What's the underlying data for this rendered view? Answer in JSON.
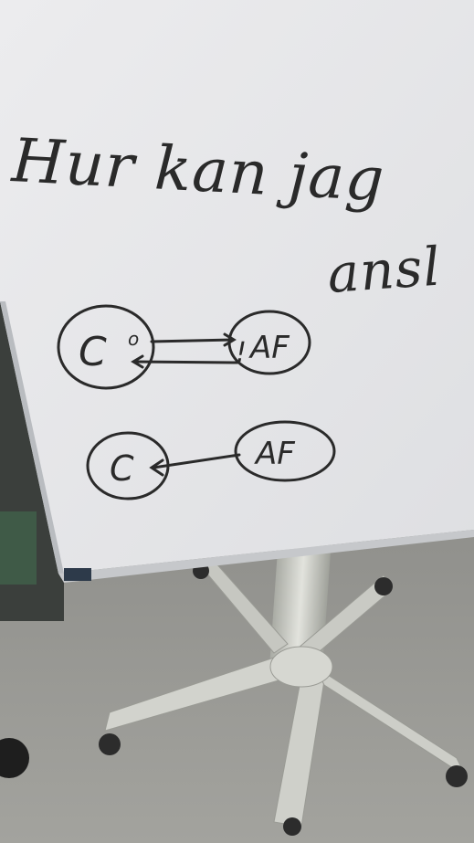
{
  "whiteboard": {
    "line1": "Hur kan jag",
    "line2": "ansl",
    "diagram_top": {
      "left_node": "C",
      "right_node": "AF",
      "left_marker": "o",
      "right_marker": "!",
      "relation": "bidirectional"
    },
    "diagram_bottom": {
      "left_node": "C",
      "right_node": "AF",
      "relation": "AF to C"
    }
  },
  "colors": {
    "board": "#eaeaec",
    "board_edge": "#b9bcc0",
    "ink": "#2a2a2a",
    "floor": "#9a9a96",
    "stand": "#cfd0ca"
  }
}
